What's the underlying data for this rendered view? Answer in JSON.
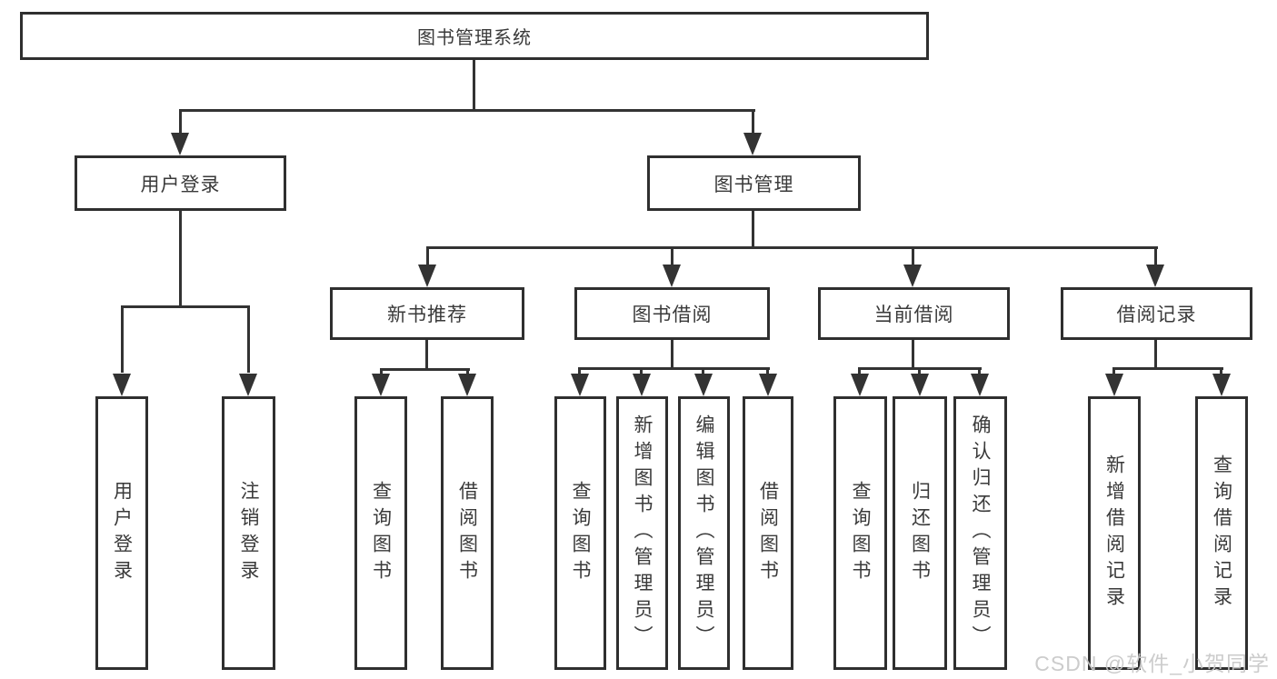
{
  "tree": {
    "root": {
      "label": "图书管理系统"
    },
    "branches": [
      {
        "label": "用户登录",
        "children": [
          {
            "label": "用户登录"
          },
          {
            "label": "注销登录"
          }
        ]
      },
      {
        "label": "图书管理",
        "children": [
          {
            "label": "新书推荐",
            "children": [
              {
                "label": "查询图书"
              },
              {
                "label": "借阅图书"
              }
            ]
          },
          {
            "label": "图书借阅",
            "children": [
              {
                "label": "查询图书"
              },
              {
                "label": "新增图书（管理员）"
              },
              {
                "label": "编辑图书（管理员）"
              },
              {
                "label": "借阅图书"
              }
            ]
          },
          {
            "label": "当前借阅",
            "children": [
              {
                "label": "查询图书"
              },
              {
                "label": "归还图书"
              },
              {
                "label": "确认归还（管理员）"
              }
            ]
          },
          {
            "label": "借阅记录",
            "children": [
              {
                "label": "新增借阅记录"
              },
              {
                "label": "查询借阅记录"
              }
            ]
          }
        ]
      }
    ]
  },
  "watermark": {
    "text": "CSDN @软件_小贺同学"
  },
  "colors": {
    "line": "#333333",
    "box_border": "#2f2f2f",
    "text": "#3a3a3a",
    "background": "#ffffff",
    "watermark": "#c8c8c8"
  }
}
